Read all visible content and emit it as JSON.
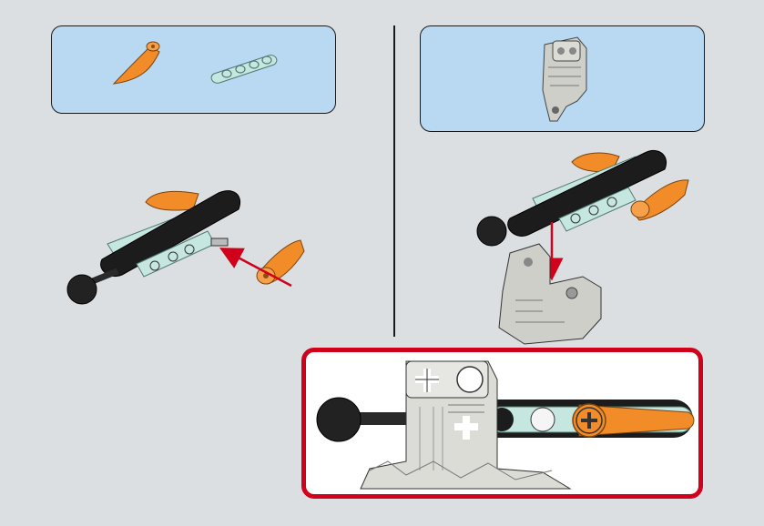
{
  "colors": {
    "background": "#dcdfe2",
    "callout_fill": "#b9d9f3",
    "highlight_frame": "#d0021b",
    "orange_part": "#f28c28",
    "black_part": "#1c1c1c",
    "transparent_part": "#b7ddd6",
    "grey_part": "#c8c8c4",
    "arrow": "#d0021b"
  },
  "steps": [
    {
      "parts_callout": [
        "orange-wing-piece",
        "transparent-beam-piece"
      ],
      "action": "attach-orange-wing"
    },
    {
      "parts_callout": [
        "grey-joint-piece"
      ],
      "action": "attach-grey-joint"
    }
  ],
  "detail_view": {
    "description_icon": "zoomed-assembly-view"
  }
}
